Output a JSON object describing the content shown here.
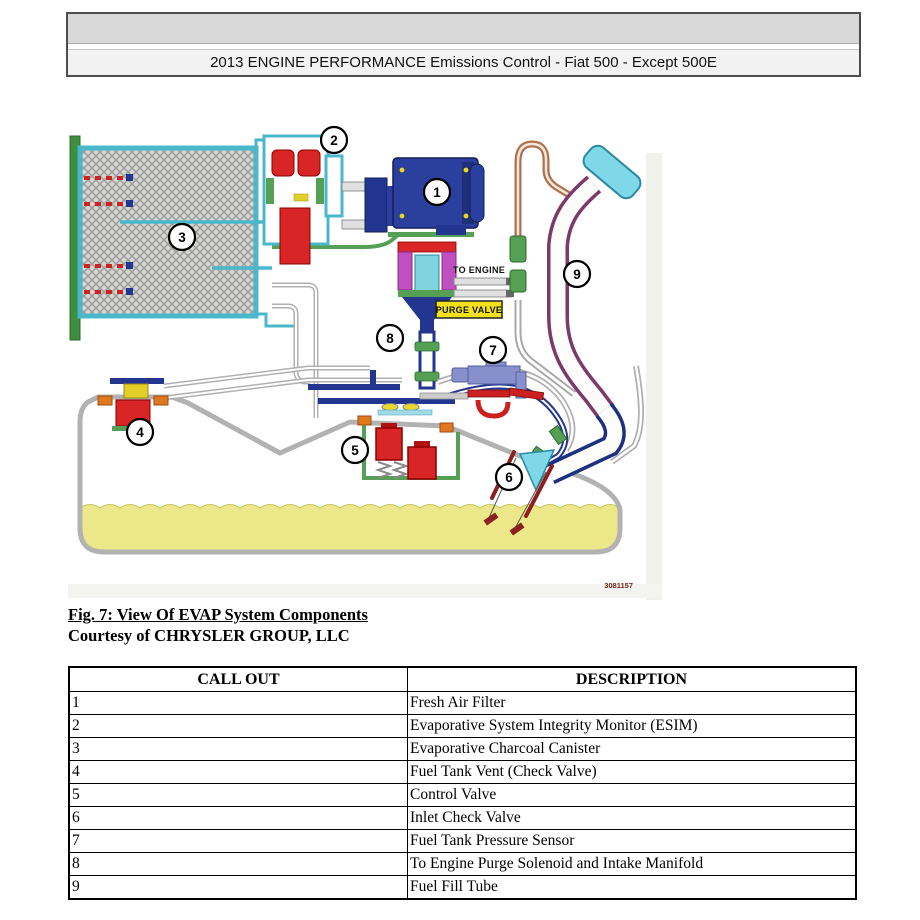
{
  "header": {
    "title": "2013 ENGINE PERFORMANCE Emissions Control - Fiat 500 - Except 500E"
  },
  "figure": {
    "caption": "Fig. 7: View Of EVAP System Components",
    "courtesy": "Courtesy of CHRYSLER GROUP, LLC",
    "image_number": "3081157",
    "labels": {
      "to_engine": "TO ENGINE",
      "purge_valve": "PURGE VALVE"
    },
    "callouts": [
      "1",
      "2",
      "3",
      "4",
      "5",
      "6",
      "7",
      "8",
      "9"
    ],
    "colors": {
      "canister_teal": "#49b8cc",
      "component_red": "#d92525",
      "filter_blue": "#2b3f9f",
      "magenta": "#c050c0",
      "fuel_yellow": "#ece789",
      "copper": "#b0704c",
      "purple_tube": "#7a3a6a",
      "label_yellow": "#f2e11c",
      "green_fitting": "#55a055",
      "orange_fitting": "#e07820"
    }
  },
  "table": {
    "headers": [
      "CALL OUT",
      "DESCRIPTION"
    ],
    "rows": [
      [
        "1",
        "Fresh Air Filter"
      ],
      [
        "2",
        "Evaporative System Integrity Monitor (ESIM)"
      ],
      [
        "3",
        "Evaporative Charcoal Canister"
      ],
      [
        "4",
        "Fuel Tank Vent (Check Valve)"
      ],
      [
        "5",
        "Control Valve"
      ],
      [
        "6",
        "Inlet Check Valve"
      ],
      [
        "7",
        "Fuel Tank Pressure Sensor"
      ],
      [
        "8",
        "To Engine Purge Solenoid and Intake Manifold"
      ],
      [
        "9",
        "Fuel Fill Tube"
      ]
    ]
  }
}
